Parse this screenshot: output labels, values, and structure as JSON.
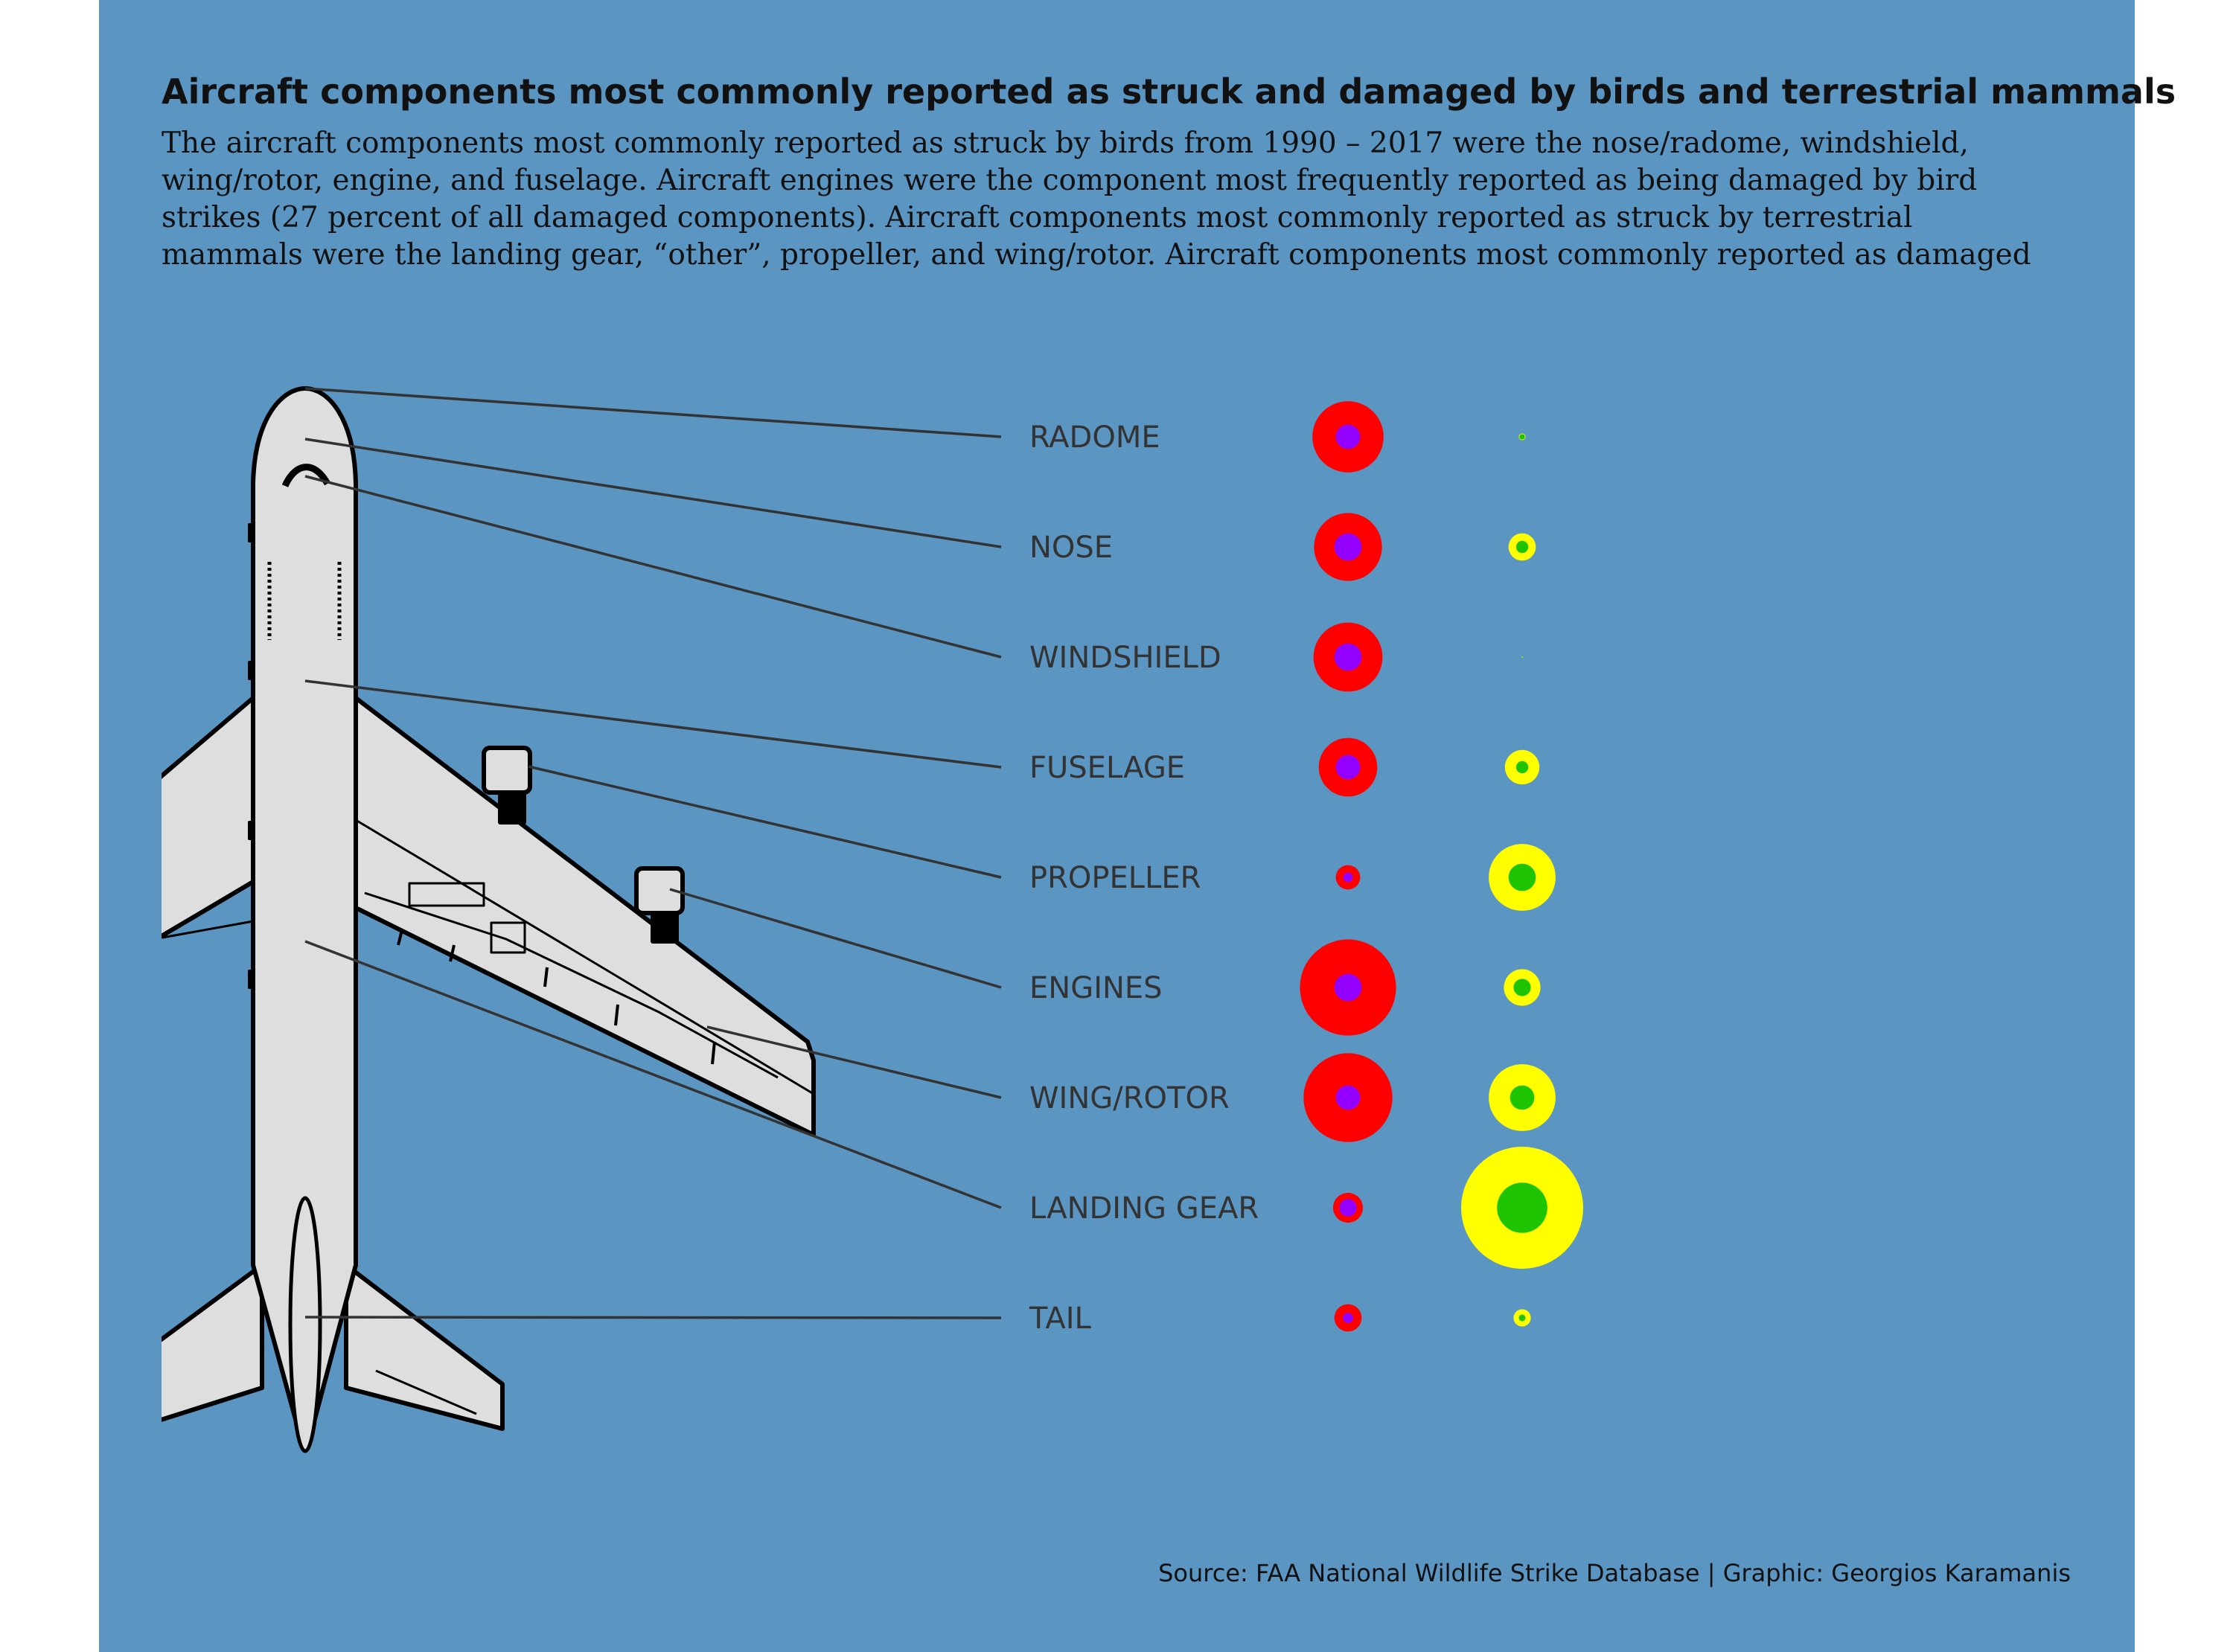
{
  "title": "Aircraft components most commonly reported as struck and damaged by birds and terrestrial mammals",
  "subtitle_lines": [
    "The aircraft components most commonly reported as struck by birds from 1990 – 2017 were the nose/radome, windshield,",
    "wing/rotor, engine, and fuselage. Aircraft engines were the component most frequently reported as being damaged by bird",
    "strikes (27 percent of all damaged components). Aircraft components most commonly reported as struck by terrestrial",
    "mammals were the landing gear, “other”, propeller, and wing/rotor. Aircraft components most commonly reported as damaged"
  ],
  "caption": "Source: FAA National Wildlife Strike Database | Graphic: Georgios Karamanis",
  "colors": {
    "background": "#5b95c2",
    "birds_struck": "#ff0000",
    "birds_damaged": "#9400ff",
    "mammals_struck": "#ffff00",
    "mammals_damaged": "#1ec400",
    "leader_line": "#333333",
    "label": "#333333"
  },
  "chart_data": {
    "type": "bubble",
    "title": "Aircraft components most commonly reported as struck and damaged by birds and terrestrial mammals",
    "categories": [
      "RADOME",
      "NOSE",
      "WINDSHIELD",
      "FUSELAGE",
      "PROPELLER",
      "ENGINES",
      "WING/ROTOR",
      "LANDING GEAR",
      "TAIL"
    ],
    "series": [
      {
        "group": "birds",
        "measure": "struck",
        "color": "#ff0000",
        "values": [
          0.34,
          0.31,
          0.32,
          0.23,
          0.04,
          0.62,
          0.53,
          0.06,
          0.05
        ]
      },
      {
        "group": "birds",
        "measure": "damaged",
        "color": "#9400ff",
        "values": [
          0.04,
          0.05,
          0.05,
          0.04,
          0.006,
          0.05,
          0.04,
          0.02,
          0.007
        ]
      },
      {
        "group": "mammals",
        "measure": "struck",
        "color": "#ffff00",
        "values": [
          0.003,
          0.05,
          0.0002,
          0.08,
          0.3,
          0.09,
          0.3,
          1.0,
          0.02
        ]
      },
      {
        "group": "mammals",
        "measure": "damaged",
        "color": "#1ec400",
        "values": [
          0.002,
          0.01,
          0.0001,
          0.01,
          0.05,
          0.02,
          0.04,
          0.17,
          0.003
        ]
      }
    ],
    "size_scale": "area",
    "legend": "none"
  }
}
